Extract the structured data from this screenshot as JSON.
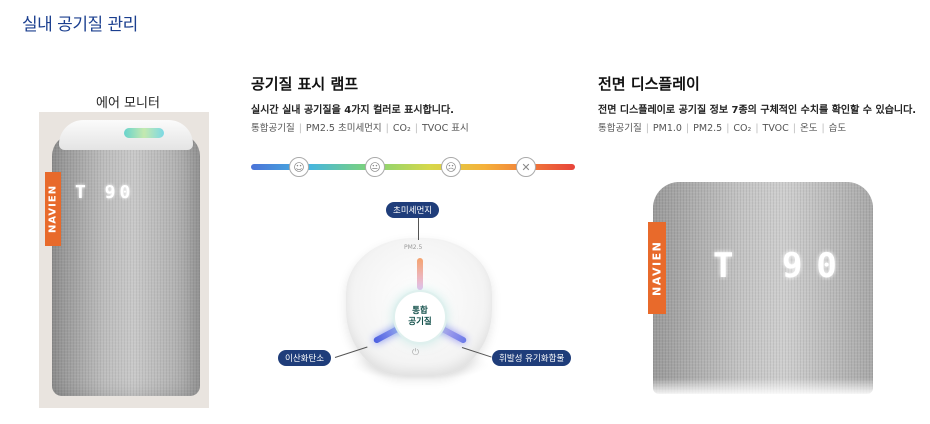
{
  "page": {
    "title": "실내 공기질 관리"
  },
  "monitor": {
    "title": "에어 모니터",
    "brand": "NAVIEN",
    "display": "T 90"
  },
  "lamp": {
    "title": "공기질 표시 램프",
    "description": "실시간 실내 공기질을 4가지 컬러로 표시합니다.",
    "items": [
      "통합공기질",
      "PM2.5 초미세먼지",
      "CO₂",
      "TVOC 표시"
    ],
    "faces": [
      "☺",
      "😐",
      "☹",
      "✕"
    ],
    "center": {
      "line1": "통합",
      "line2": "공기질"
    },
    "pm_label": "PM2.5",
    "power_icon": "power-icon",
    "labels": {
      "top": "초미세먼지",
      "left": "이산화탄소",
      "right": "휘발성 유기화합물"
    },
    "colors": [
      "#4b73d8",
      "#45b5e0",
      "#7cd37a",
      "#d6d84a",
      "#f5b13a",
      "#e8433a"
    ]
  },
  "front_display": {
    "title": "전면 디스플레이",
    "description": "전면 디스플레이로 공기질 정보 7종의 구체적인 수치를 확인할 수 있습니다.",
    "items": [
      "통합공기질",
      "PM1.0",
      "PM2.5",
      "CO₂",
      "TVOC",
      "온도",
      "습도"
    ],
    "brand": "NAVIEN",
    "display": "T 90"
  }
}
